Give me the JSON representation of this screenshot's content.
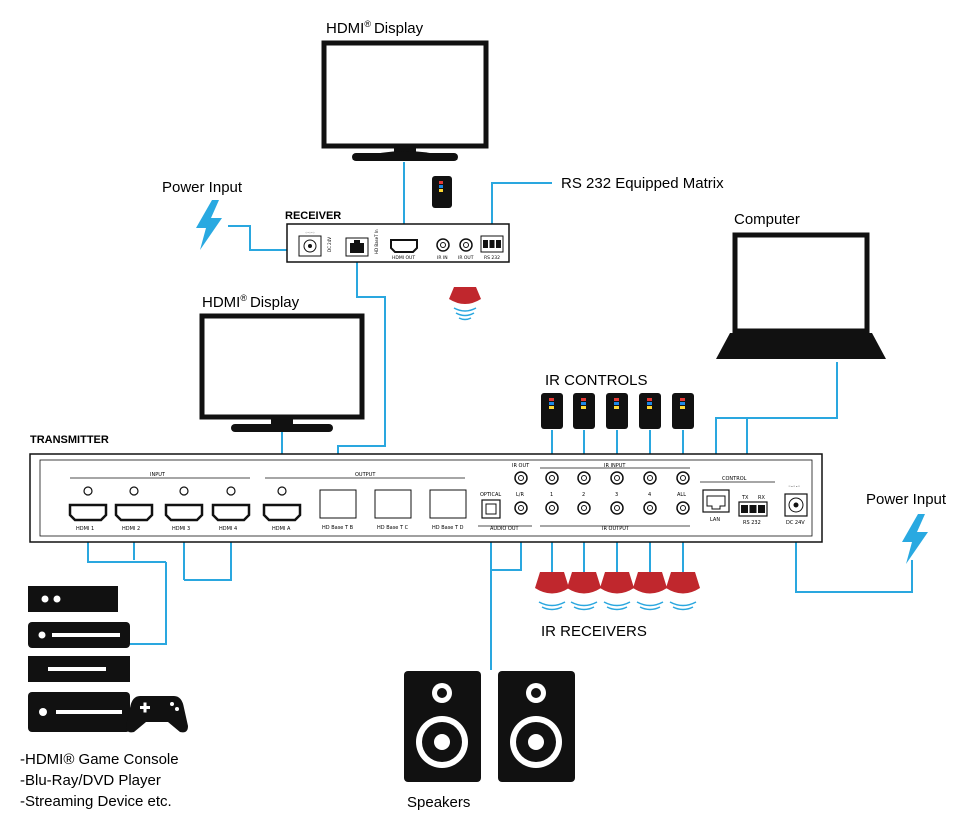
{
  "top_display": {
    "label": "HDMI",
    "suffix": "Display"
  },
  "mid_display": {
    "label": "HDMI",
    "suffix": "Display"
  },
  "receiver": {
    "title": "RECEIVER",
    "dc_label": "DC 24V",
    "hdbaset_label": "HD BaseT In",
    "hdmi_out_label": "HDMI OUT",
    "ir_in_label": "IR IN",
    "ir_out_label": "IR OUT",
    "rs232_label": "RS 232"
  },
  "power_left": {
    "label": "Power Input"
  },
  "power_right": {
    "label": "Power Input"
  },
  "rs232_callout": {
    "label": "RS 232 Equipped Matrix"
  },
  "computer": {
    "label": "Computer"
  },
  "ir_controls": {
    "label": "IR CONTROLS"
  },
  "ir_receivers": {
    "label": "IR RECEIVERS"
  },
  "transmitter": {
    "title": "TRANSMITTER",
    "input_header": "INPUT",
    "output_header": "OUTPUT",
    "inputs": [
      "HDMI 1",
      "HDMI 2",
      "HDMI 3",
      "HDMI 4"
    ],
    "hdmi_a": "HDMI A",
    "hdbaset_outputs": [
      "HD Base T B",
      "HD Base T C",
      "HD Base T D"
    ],
    "optical_label": "OPTICAL",
    "audio_out_label": "AUDIO OUT",
    "ir_out_label": "IR OUT",
    "lr_label": "L/R",
    "ir_input_header": "IR INPUT",
    "ir_output_header": "IR OUTPUT",
    "ir_ports": [
      "1",
      "2",
      "3",
      "4",
      "ALL"
    ],
    "control_header": "CONTROL",
    "lan_label": "LAN",
    "rs232_label": "RS 232",
    "tx_label": "TX",
    "rx_label": "RX",
    "dc_label": "DC 24V"
  },
  "sources": {
    "lines": [
      "-HDMI® Game Console",
      "-Blu-Ray/DVD Player",
      "-Streaming Device etc."
    ]
  },
  "speakers": {
    "label": "Speakers"
  },
  "colors": {
    "cable": "#2aa7df",
    "ir_red": "#c0272d",
    "bolt": "#29a9e1",
    "line": "#111111"
  },
  "icons": [
    "tv-icon",
    "laptop-icon",
    "remote-icon",
    "ir-emitter-icon",
    "lightning-icon",
    "speaker-icon",
    "gamepad-icon",
    "media-player-icon"
  ]
}
